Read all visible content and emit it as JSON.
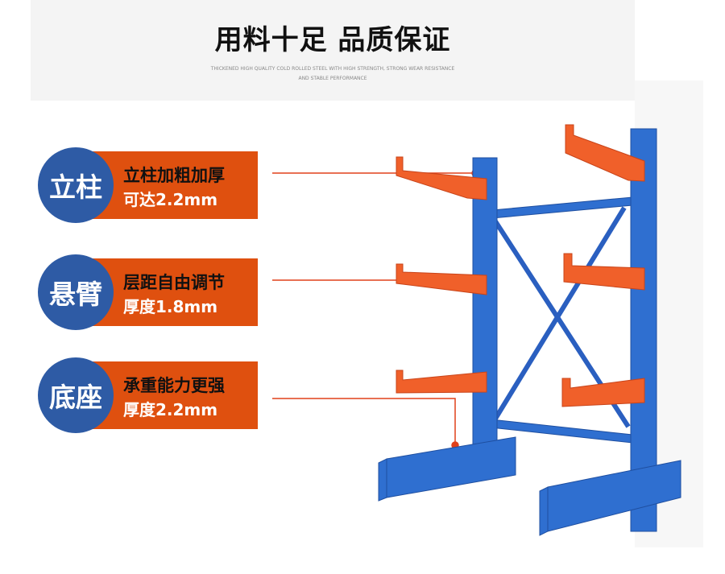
{
  "header": {
    "title": "用料十足 品质保证",
    "subtitle_1": "THICKENED HIGH QUALITY COLD ROLLED STEEL WITH HIGH STRENGTH, STRONG WEAR RESISTANCE",
    "subtitle_2": "AND STABLE PERFORMANCE"
  },
  "features": [
    {
      "badge": "立柱",
      "line1": "立柱加粗加厚",
      "line2": "可达2.2mm"
    },
    {
      "badge": "悬臂",
      "line1": "层距自由调节",
      "line2": "厚度1.8mm"
    },
    {
      "badge": "底座",
      "line1": "承重能力更强",
      "line2": "厚度2.2mm"
    }
  ],
  "colors": {
    "blue": "#2e5ba5",
    "orange": "#df500f",
    "rack_blue": "#2f6fd0",
    "arm_orange": "#f0602a"
  }
}
